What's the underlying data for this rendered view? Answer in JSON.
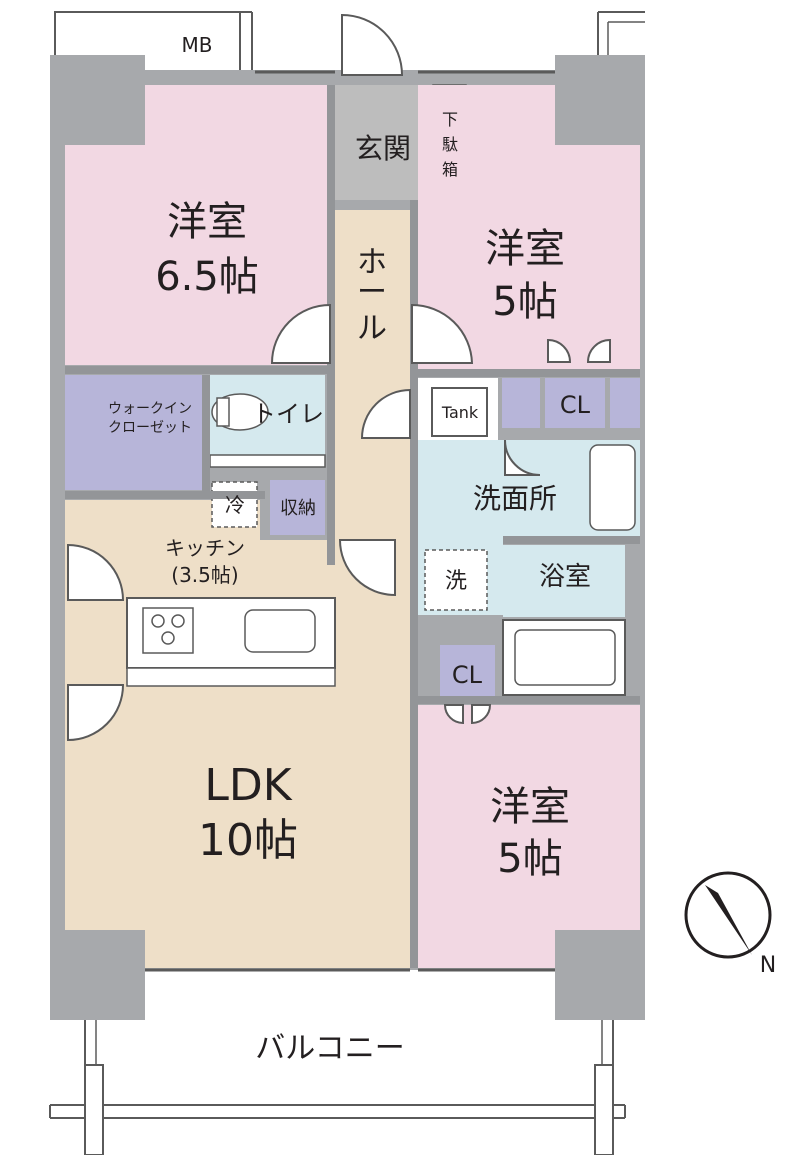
{
  "colors": {
    "bedroom": "#f2d8e3",
    "ldk": "#eedfc8",
    "entrance": "#bdbdbd",
    "hall": "#eedfc8",
    "storage": "#b7b5d9",
    "wet": "#d5e9ee",
    "pillar": "#a7a9ac",
    "wall": "#939598",
    "line": "#5a5a5a"
  },
  "labels": {
    "mb": "MB",
    "genkan": "玄関",
    "getabako": [
      "下",
      "駄",
      "箱"
    ],
    "bedroom_nw": [
      "洋室",
      "6.5帖"
    ],
    "bedroom_ne": [
      "洋室",
      "5帖"
    ],
    "bedroom_se": [
      "洋室",
      "5帖"
    ],
    "hall": [
      "ホ",
      "ー",
      "ル"
    ],
    "walkin": [
      "ウォークイン",
      "クローゼット"
    ],
    "toilet": "トイレ",
    "tank": "Tank",
    "cl_upper": "CL",
    "cl_lower": "CL",
    "senmenjo": "洗面所",
    "yokushitsu": "浴室",
    "rei": "冷",
    "sen": "洗",
    "shuno": "収納",
    "kitchen": [
      "キッチン",
      "(3.5帖)"
    ],
    "ldk": [
      "LDK",
      "10帖"
    ],
    "balcony": "バルコニー",
    "north": "N"
  }
}
